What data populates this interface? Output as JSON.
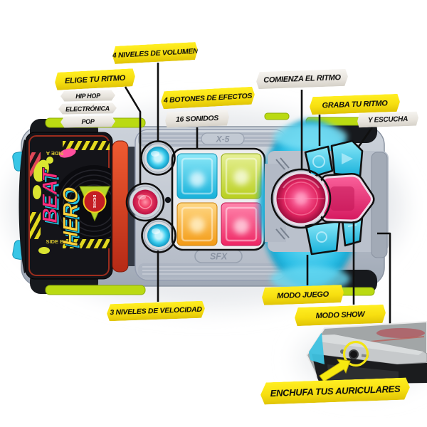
{
  "callouts": {
    "volume_levels": "4 NIVELES DE VOLUMEN",
    "choose_rhythm": "ELIGE TU RITMO",
    "rhythm_styles": [
      "HIP HOP",
      "ELECTRÓNICA",
      "POP"
    ],
    "effect_buttons": "4 BOTONES DE EFECTOS",
    "sounds": "16 SONIDOS",
    "start_rhythm": "COMIENZA EL RITMO",
    "record_rhythm": "GRABA TU RITMO",
    "and_listen": "Y ESCUCHA",
    "speed_levels": "3 NIVELES DE VELOCIDAD",
    "game_mode": "MODO JUEGO",
    "show_mode": "MODO SHOW",
    "plug_headphones": "ENCHUFA TUS AURICULARES"
  },
  "car": {
    "brand": "DICKIE",
    "artwork_word1": "BEAT",
    "artwork_word2": "HERO",
    "side_a": "SIDE A",
    "side_b": "SIDE B",
    "model_code": "X-5",
    "sfx_label": "SFX"
  },
  "colors": {
    "badge_yellow": "#f7df10",
    "badge_white": "#efece6",
    "pad_cyan": "#2cc2e5",
    "pad_lime": "#c2d52a",
    "pad_orange": "#f8a51e",
    "pad_pink": "#f0306e",
    "main_button_pink": "#e52563",
    "accent_lime": "#bada12",
    "annotation_line": "#101010"
  }
}
